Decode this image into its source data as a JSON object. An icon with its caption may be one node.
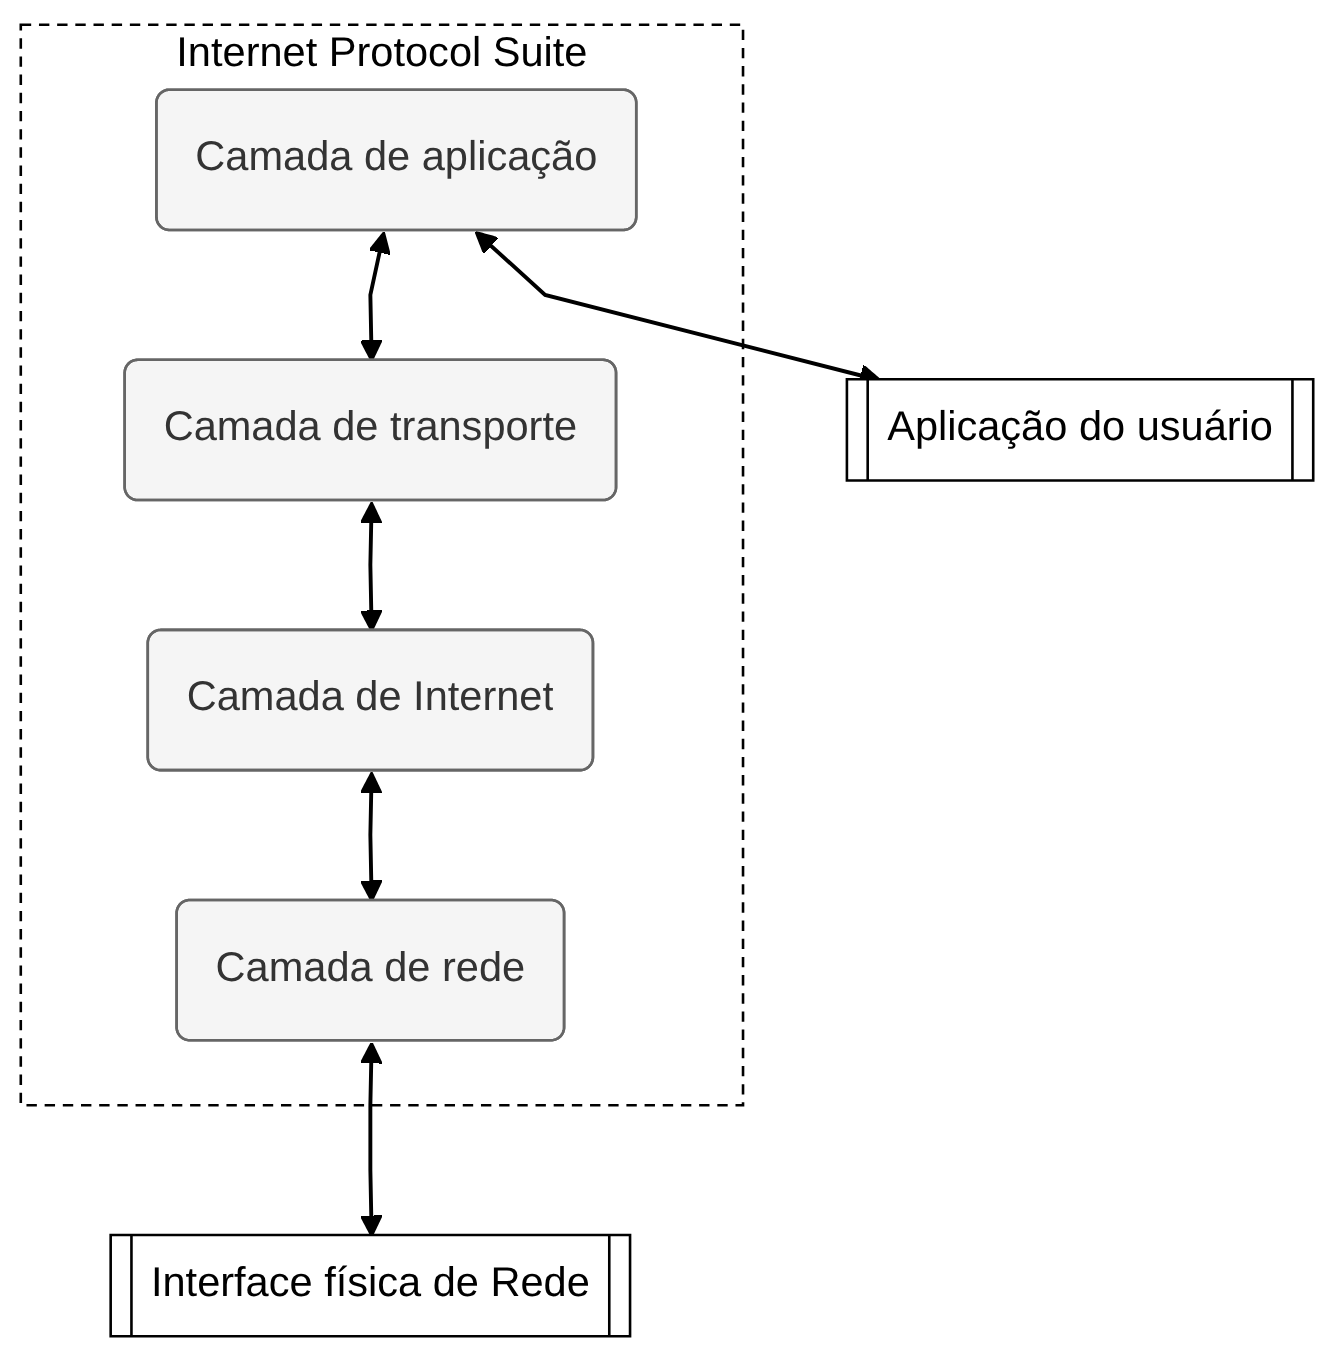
{
  "diagram": {
    "nodes": [
      {
        "text": [
          "Internet Protocol Suite"
        ]
      },
      {
        "text": [
          "Camada de aplicação"
        ],
        "in": 0
      },
      {
        "text": [
          "Camada de transporte"
        ],
        "in": 0
      },
      {
        "text": [
          "Camada de Internet"
        ],
        "in": 0
      },
      {
        "text": [
          "Camada de rede"
        ],
        "in": 0
      },
      {
        "text": [
          "Aplicação do usuário"
        ]
      },
      {
        "text": [
          "Interface física de Rede"
        ]
      }
    ],
    "edges": [
      {
        "from": 1,
        "to": 5,
        "arrow": "both"
      },
      {
        "from": 1,
        "to": 2,
        "arrow": "both"
      },
      {
        "from": 2,
        "to": 3,
        "arrow": "both"
      },
      {
        "from": 3,
        "to": 4,
        "arrow": "both"
      },
      {
        "from": 4,
        "to": 6,
        "arrow": "both"
      }
    ]
  }
}
